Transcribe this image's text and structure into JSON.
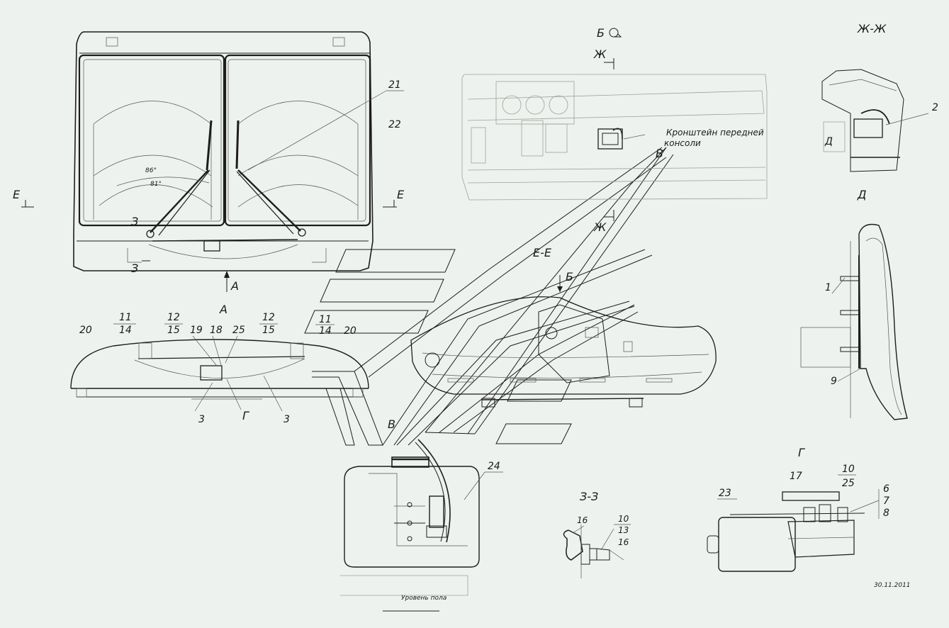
{
  "views": {
    "view_e_mark_left": "Е",
    "view_e_mark_right": "Е",
    "view_z_mark_1": "З",
    "view_z_mark_2": "З",
    "arrow_a": "А",
    "view_a_title": "А",
    "view_b_title": "Б",
    "view_zh_mark_top": "Ж",
    "view_zh_mark_bottom": "Ж",
    "view_v_mark_1": "В",
    "view_v_mark_2": "В",
    "section_ee_title": "Е-Е",
    "arrow_b": "Б",
    "section_zhzh_title": "Ж-Ж",
    "view_d_mark": "Д",
    "view_d_title": "Д",
    "view_g_title": "Г",
    "section_zz_title": "З-З"
  },
  "annotations": {
    "angle_86": "86°",
    "angle_81": "81°",
    "bracket_label_line1": "Кронштейн передней",
    "bracket_label_line2": "консоли",
    "floor_level": "Уровень пола",
    "date": "30.11.2011"
  },
  "callouts": {
    "front": [
      "21",
      "22"
    ],
    "view_a": [
      "20",
      "11",
      "14",
      "12",
      "15",
      "19",
      "18",
      "25",
      "12",
      "15",
      "3",
      "Г",
      "3"
    ],
    "view_a_right": [
      "11",
      "14",
      "20"
    ],
    "tank": [
      "24"
    ],
    "zhzh": [
      "2"
    ],
    "d": [
      "1",
      "9"
    ],
    "g": [
      "23",
      "17",
      "10",
      "25",
      "6",
      "7",
      "8"
    ],
    "zz": [
      "16",
      "10",
      "13",
      "16"
    ]
  }
}
